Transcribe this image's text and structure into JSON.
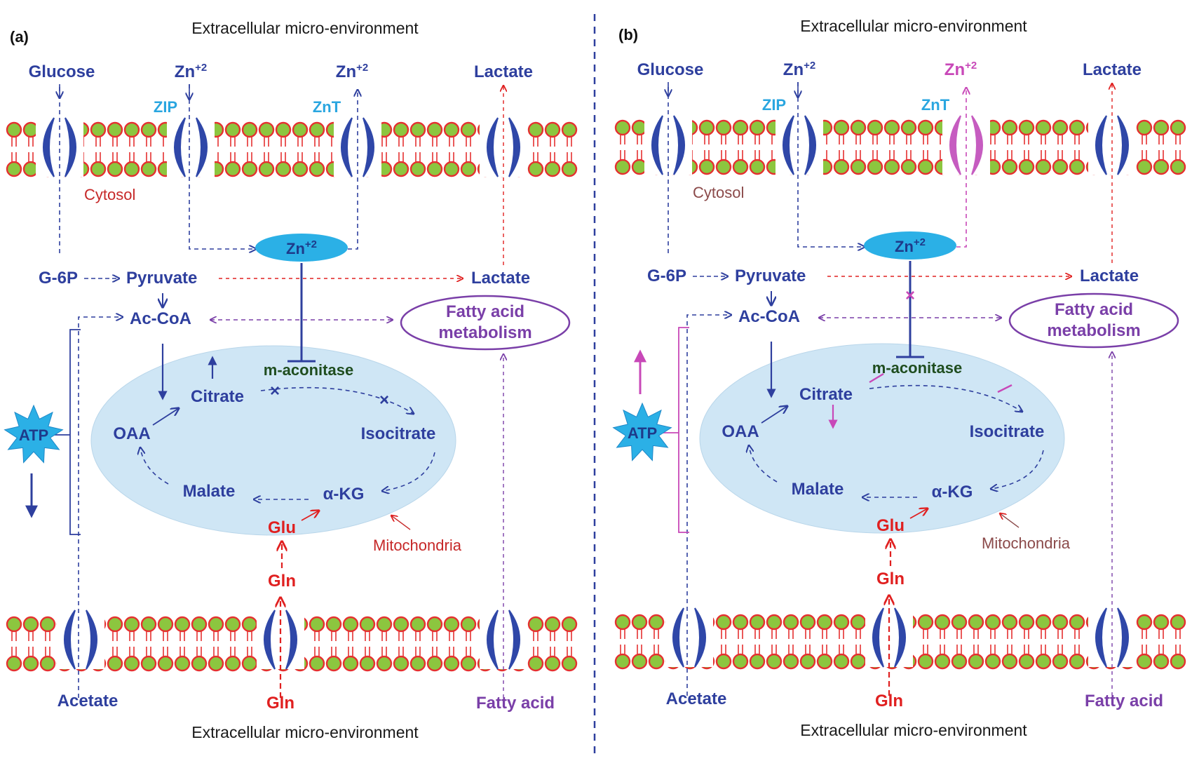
{
  "panel_a": {
    "label": "(a)",
    "env_top": "Extracellular micro-environment",
    "env_bottom": "Extracellular micro-environment",
    "glucose": "Glucose",
    "zn_in": "Zn+2",
    "zn_out": "Zn+2",
    "lactate_out": "Lactate",
    "zip": "ZIP",
    "znt": "ZnT",
    "cytosol": "Cytosol",
    "zn_cyto": "Zn+2",
    "g6p": "G-6P",
    "pyruvate": "Pyruvate",
    "lactate": "Lactate",
    "accoa": "Ac-CoA",
    "fatty_line1": "Fatty acid",
    "fatty_line2": "metabolism",
    "maconitase": "m-aconitase",
    "citrate": "Citrate",
    "isocitrate": "Isocitrate",
    "oaa": "OAA",
    "malate": "Malate",
    "akg": "α-KG",
    "glu": "Glu",
    "mito": "Mitochondria",
    "atp": "ATP",
    "gln_in": "Gln",
    "gln_out": "Gln",
    "acetate": "Acetate",
    "fatty_acid": "Fatty acid"
  },
  "panel_b": {
    "label": "(b)",
    "env_top": "Extracellular micro-environment",
    "env_bottom": "Extracellular micro-environment",
    "glucose": "Glucose",
    "zn_in": "Zn+2",
    "zn_out": "Zn+2",
    "lactate_out": "Lactate",
    "zip": "ZIP",
    "znt": "ZnT",
    "cytosol": "Cytosol",
    "zn_cyto": "Zn+2",
    "g6p": "G-6P",
    "pyruvate": "Pyruvate",
    "lactate": "Lactate",
    "accoa": "Ac-CoA",
    "fatty_line1": "Fatty acid",
    "fatty_line2": "metabolism",
    "maconitase": "m-aconitase",
    "citrate": "Citrate",
    "isocitrate": "Isocitrate",
    "oaa": "OAA",
    "malate": "Malate",
    "akg": "α-KG",
    "glu": "Glu",
    "mito": "Mitochondria",
    "atp": "ATP",
    "gln_in": "Gln",
    "gln_out": "Gln",
    "acetate": "Acetate",
    "fatty_acid": "Fatty acid"
  },
  "colors": {
    "metabolite": "#2e3f9e",
    "transporter": "#2aa6e0",
    "glutamine": "#e02020",
    "zinc_node": "#2bb0e6",
    "mitochondria": "#cfe6f5",
    "lipid_head": "#8cc63f",
    "lipid_rim": "#e53030",
    "channel": "#2f47a8",
    "upregulated_znt": "#c65cc0"
  }
}
